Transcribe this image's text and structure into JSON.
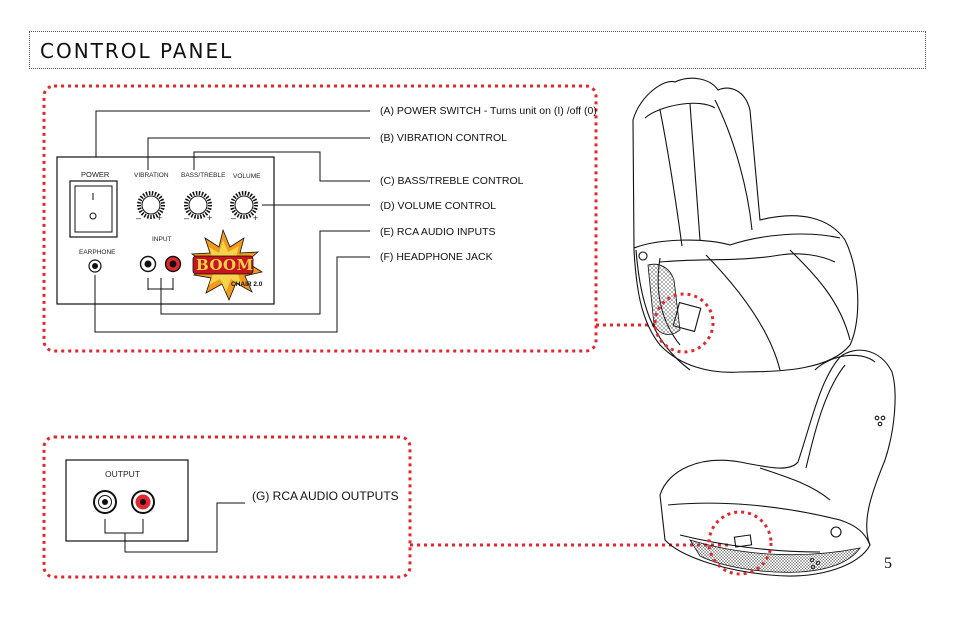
{
  "header": {
    "title": "CONTROL PANEL"
  },
  "panel": {
    "power_label": "POWER",
    "switch_on_symbol": "I",
    "switch_off_symbol": "O",
    "vibration_label": "VIBRATION",
    "bass_treble_label": "BASS/TREBLE",
    "volume_label": "VOLUME",
    "earphone_label": "EARPHONE",
    "input_label": "INPUT",
    "knob_minus": "–",
    "knob_plus": "+",
    "logo_text": "BOOM",
    "logo_subtext": "CHAIR 2.0"
  },
  "callouts": {
    "a": "(A) POWER SWITCH - Turns unit on (I) /off (0)",
    "b": "(B) VIBRATION CONTROL",
    "c": "(C) BASS/TREBLE CONTROL",
    "d": "(D) VOLUME CONTROL",
    "e": "(E) RCA AUDIO INPUTS",
    "f": "(F) HEADPHONE JACK",
    "g": "(G) RCA AUDIO OUTPUTS"
  },
  "output_panel": {
    "label": "OUTPUT"
  },
  "colors": {
    "callout_border": "#e0282e",
    "rca_red": "#e0282e",
    "logo_red": "#c8141c",
    "logo_orange": "#f29a1d"
  },
  "page_number": "5"
}
